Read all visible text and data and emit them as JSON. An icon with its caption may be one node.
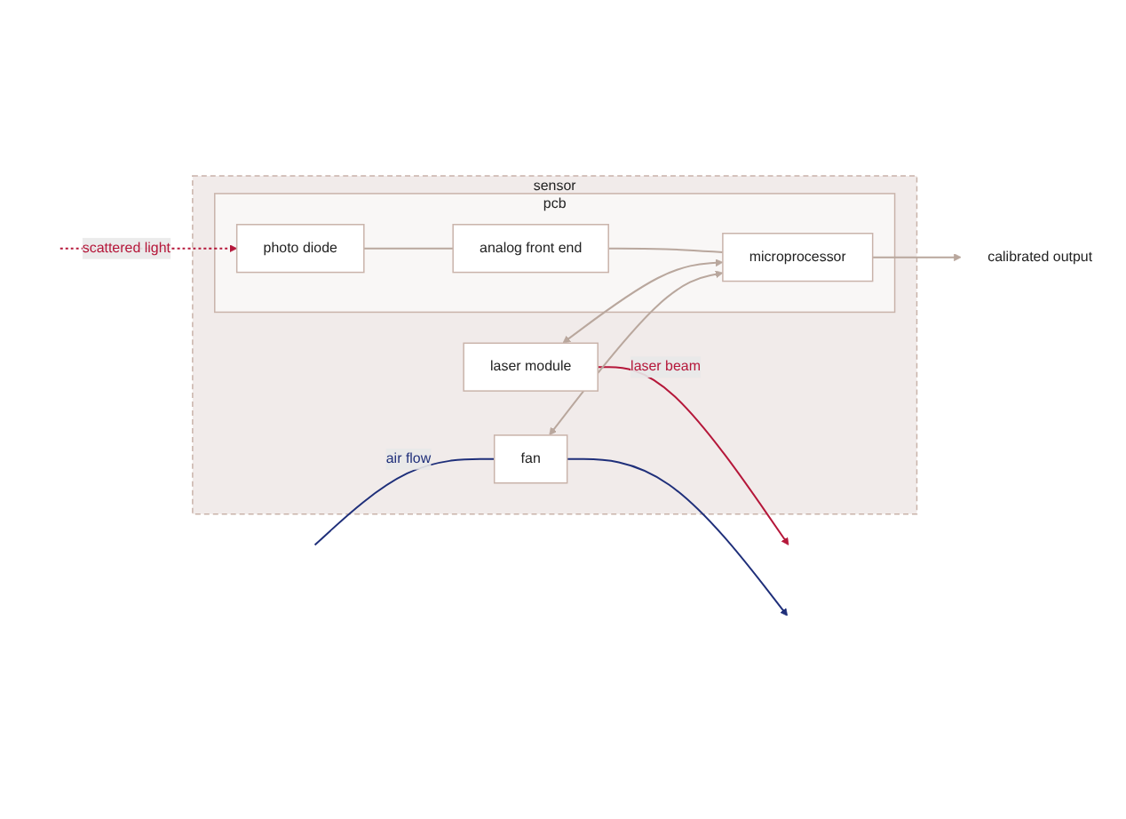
{
  "diagram": {
    "nodes": [
      {
        "text": [
          "sensor"
        ]
      },
      {
        "text": [
          "fan"
        ],
        "in": 0
      },
      {
        "text": [
          "laser module"
        ],
        "in": 0
      },
      {
        "text": [
          "pcb"
        ],
        "in": 0
      },
      {
        "text": [
          "photo diode"
        ],
        "in": 3
      },
      {
        "text": [
          "analog front end"
        ],
        "in": 3
      },
      {
        "text": [
          "microprocessor"
        ],
        "in": 3
      },
      {
        "text": [
          "calibrated output"
        ]
      }
    ],
    "edges": [
      {
        "from": null,
        "to": 1,
        "arrow": "none",
        "label": "air flow",
        "color": "#1f2f7a"
      },
      {
        "from": 1,
        "to": null,
        "arrow": "to",
        "color": "#1f2f7a"
      },
      {
        "from": 2,
        "to": null,
        "arrow": "to",
        "label": "laser beam",
        "color": "#b5173a"
      },
      {
        "from": null,
        "to": 4,
        "arrow": "to",
        "label": "scattered light",
        "style": "dashed",
        "color": "#b5173a"
      },
      {
        "from": 4,
        "to": 5,
        "arrow": "none"
      },
      {
        "from": 5,
        "to": 6,
        "arrow": "none"
      },
      {
        "from": 2,
        "to": 6,
        "arrow": "both"
      },
      {
        "from": 1,
        "to": 6,
        "arrow": "both"
      },
      {
        "from": 6,
        "to": 7,
        "arrow": "to"
      }
    ]
  }
}
